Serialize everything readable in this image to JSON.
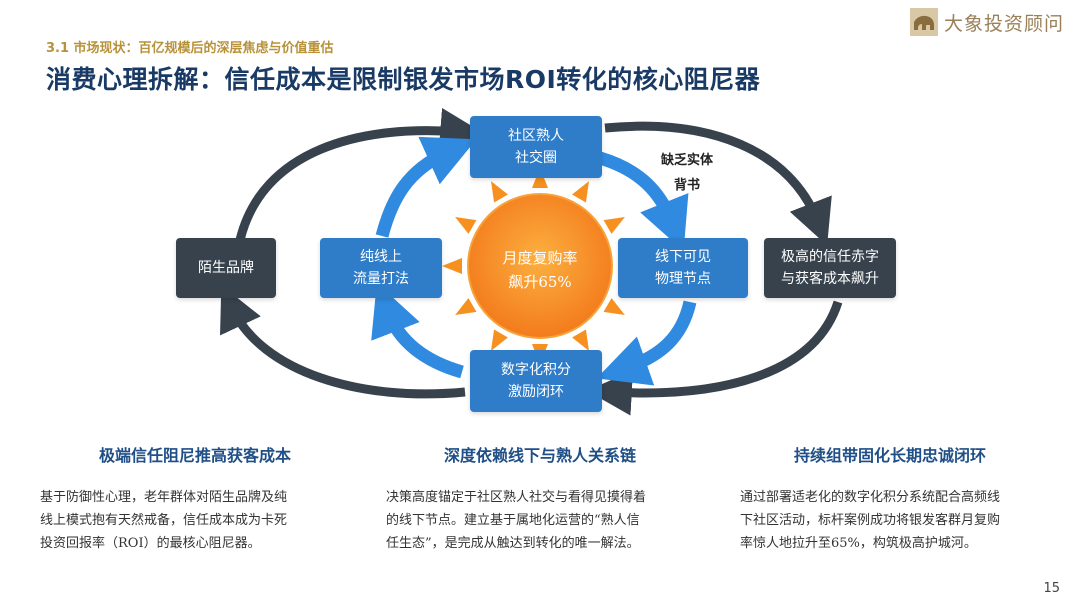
{
  "header": {
    "section": "3.1 市场现状：百亿规模后的深层焦虑与价值重估",
    "title": "消费心理拆解：信任成本是限制银发市场ROI转化的核心阻尼器"
  },
  "brand": {
    "name": "大象投资顾问",
    "icon": "elephant-logo-icon"
  },
  "diagram": {
    "left_box": "陌生品牌",
    "top_box": {
      "line1": "社区熟人",
      "line2": "社交圈"
    },
    "left_inner_box": {
      "line1": "纯线上",
      "line2": "流量打法"
    },
    "right_inner_box": {
      "line1": "线下可见",
      "line2": "物理节点"
    },
    "bottom_box": {
      "line1": "数字化积分",
      "line2": "激励闭环"
    },
    "right_box": {
      "line1": "极高的信任赤字",
      "line2": "与获客成本飙升"
    },
    "sun": {
      "line1": "月度复购率",
      "line2": "飙升65%"
    },
    "note": {
      "line1": "缺乏实体",
      "line2": "背书"
    }
  },
  "columns": [
    {
      "heading": "极端信任阻尼推高获客成本",
      "lines": [
        "基于防御性心理，老年群体对陌生品牌及纯",
        "线上模式抱有天然戒备，信任成本成为卡死",
        "投资回报率（ROI）的最核心阻尼器。"
      ]
    },
    {
      "heading": "深度依赖线下与熟人关系链",
      "lines": [
        "决策高度锚定于社区熟人社交与看得见摸得着",
        "的线下节点。建立基于属地化运营的“熟人信",
        "任生态”，是完成从触达到转化的唯一解法。"
      ]
    },
    {
      "heading": "持续组带固化长期忠诚闭环",
      "lines": [
        "通过部署适老化的数字化积分系统配合高频线",
        "下社区活动，标杆案例成功将银发客群月复购",
        "率惊人地拉升至65%，构筑极高护城河。"
      ]
    }
  ],
  "page_number": "15",
  "colors": {
    "blue": "#2f7cc8",
    "dark": "#37424d",
    "gold": "#b8923a",
    "title": "#1a3a66",
    "sun": "#f6901e"
  }
}
